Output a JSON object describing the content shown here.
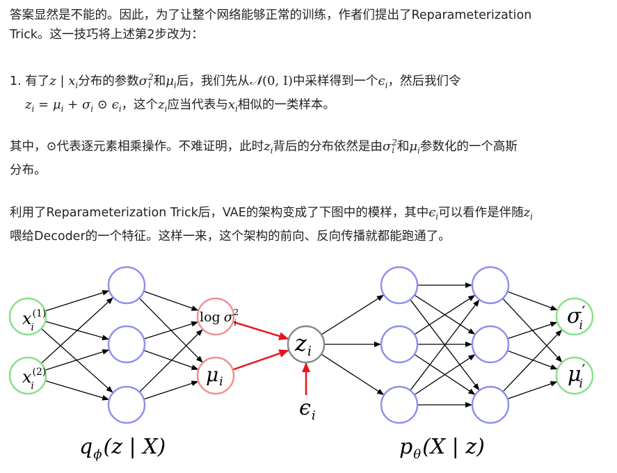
{
  "para1": {
    "line1": "答案显然是不能的。因此，为了让整个网络能够正常的训练，作者们提出了Reparameterization",
    "line2": "Trick。这一技巧将上述第2步改为："
  },
  "step1": {
    "prefix": "1. 有了",
    "z_given_x": "z | x",
    "sub_i": "i",
    "t1": "分布的参数",
    "sigma": "σ",
    "sup2": "2",
    "t2": "和",
    "mu": "μ",
    "t3": "后，我们先从",
    "normal_N": "𝒩",
    "normal_args": "(0, I)",
    "t4": "中采样得到一个",
    "epsilon": "ϵ",
    "t5": "，然后我们令",
    "eq_z": "z",
    "eq_eq": " = ",
    "eq_mu": "μ",
    "eq_plus": " + ",
    "eq_sigma": "σ",
    "eq_odot": " ⊙ ",
    "eq_eps": "ϵ",
    "t6": "，这个",
    "t7": "应当代表与",
    "x_var": "x",
    "t8": "相似的一类样本。"
  },
  "para2": {
    "t1": "其中，",
    "odot": "⊙",
    "t2": "代表逐元素相乘操作。不难证明，此时",
    "z": "z",
    "t3": "背后的分布依然是由",
    "sigma": "σ",
    "t4": "和",
    "mu": "μ",
    "t5": "参数化的一个高斯",
    "line2": "分布。"
  },
  "para3": {
    "t1": "利用了Reparameterization Trick后，VAE的架构变成了下图中的模样，其中",
    "eps": "ϵ",
    "t2": "可以看作是伴随",
    "z": "z",
    "line2": "喂给Decoder的一个特征。这样一来，这个架构的前向、反向传播就都能跑通了。"
  },
  "diagram": {
    "colors": {
      "input": "#88e088",
      "hidden": "#8f8fef",
      "param": "#ef8f8f",
      "latent": "#888888",
      "output": "#88e088",
      "red_arrow": "#e8141c",
      "black_arrow": "#000000"
    },
    "labels": {
      "x1_base": "x",
      "x1_sub": "i",
      "x1_sup": "(1)",
      "x2_base": "x",
      "x2_sub": "i",
      "x2_sup": "(2)",
      "logsigma_log": "log",
      "logsigma_sigma": "σ",
      "logsigma_sub": "i",
      "logsigma_sup": "2",
      "mu_base": "μ",
      "mu_sub": "i",
      "z_base": "z",
      "z_sub": "i",
      "eps_base": "ϵ",
      "eps_sub": "i",
      "sigma_out_base": "σ",
      "sigma_out_prime": "′",
      "sigma_out_sub": "i",
      "mu_out_base": "μ",
      "mu_out_prime": "′",
      "mu_out_sub": "i",
      "encoder_caption": "q",
      "encoder_caption_sub": "ϕ",
      "encoder_caption_args": "(z | X)",
      "decoder_caption": "p",
      "decoder_caption_sub": "θ",
      "decoder_caption_args": "(X | z)"
    }
  }
}
